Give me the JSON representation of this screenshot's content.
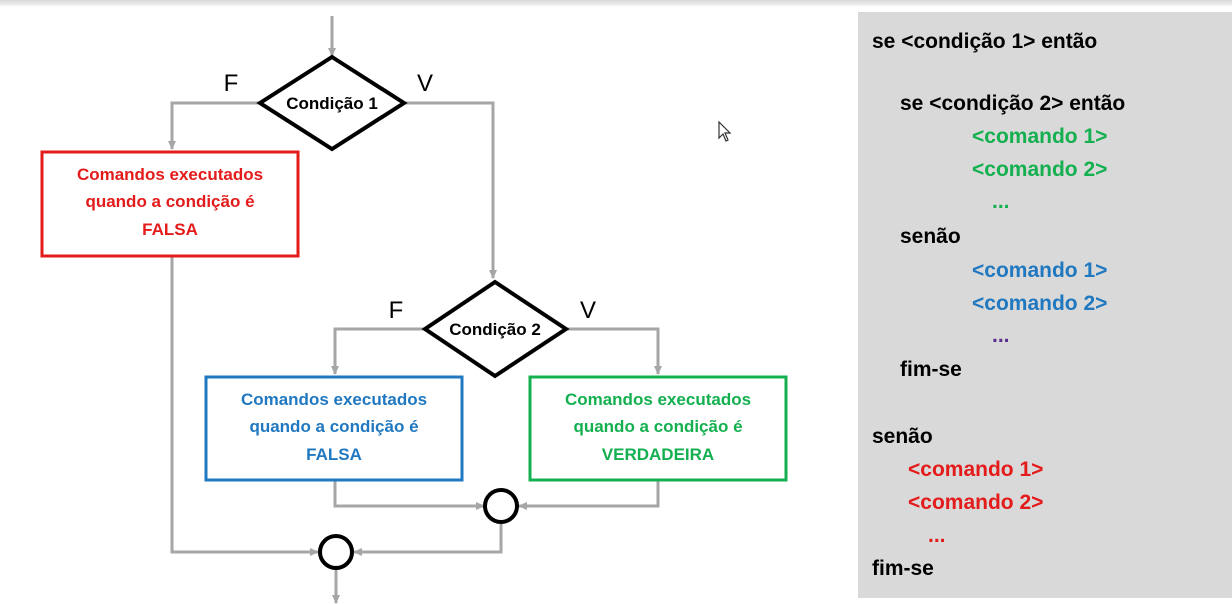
{
  "flowchart": {
    "condition1": "Condição 1",
    "condition2": "Condição 2",
    "branch_false": "F",
    "branch_true": "V",
    "box_outer_false": [
      "Comandos executados",
      "quando a condição é",
      "FALSA"
    ],
    "box_inner_false": [
      "Comandos executados",
      "quando a condição é",
      "FALSA"
    ],
    "box_inner_true": [
      "Comandos executados",
      "quando a condição é",
      "VERDADEIRA"
    ]
  },
  "pseudocode": {
    "lines": [
      {
        "text": "se <condição 1> então",
        "color": "#000000"
      },
      {
        "text": "se <condição 2> então",
        "color": "#000000"
      },
      {
        "text": "<comando 1>",
        "color": "#14b050"
      },
      {
        "text": "<comando 2>",
        "color": "#14b050"
      },
      {
        "text": "...",
        "color": "#14b050"
      },
      {
        "text": "senão",
        "color": "#000000"
      },
      {
        "text": "<comando 1>",
        "color": "#1f78c0"
      },
      {
        "text": "<comando 2>",
        "color": "#1f78c0"
      },
      {
        "text": "...",
        "color": "#5a2d8c"
      },
      {
        "text": "fim-se",
        "color": "#000000"
      },
      {
        "text": "senão",
        "color": "#000000"
      },
      {
        "text": "<comando 1>",
        "color": "#e41b1b"
      },
      {
        "text": "<comando 2>",
        "color": "#e41b1b"
      },
      {
        "text": "...",
        "color": "#e41b1b"
      },
      {
        "text": "fim-se",
        "color": "#000000"
      }
    ]
  },
  "colors": {
    "red": "#e41b1b",
    "blue": "#1f78c0",
    "green": "#14b050",
    "connector": "#a6a6a6",
    "panel": "#d9d9d9"
  },
  "icons": {
    "cursor": "mouse-pointer-icon"
  }
}
